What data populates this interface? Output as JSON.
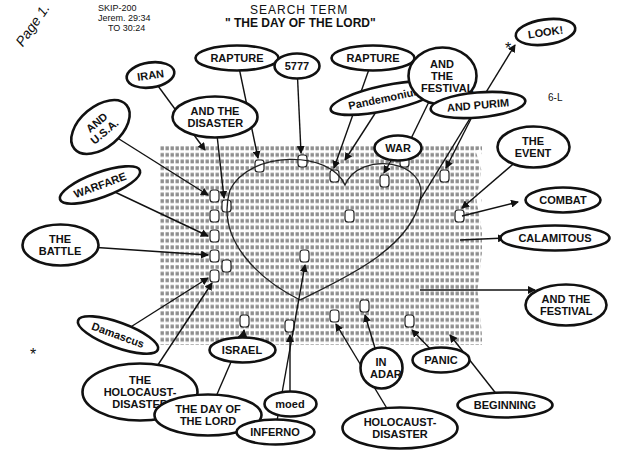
{
  "diagram": {
    "title": "SEARCH TERM",
    "nodes": [
      {
        "text": [
          "IRAN"
        ]
      },
      {
        "text": [
          "RAPTURE"
        ]
      },
      {
        "text": [
          "5777"
        ]
      },
      {
        "text": [
          "RAPTURE"
        ]
      },
      {
        "text": [
          "Pandemonium"
        ]
      },
      {
        "text": [
          "AND THE FESTIVAL"
        ]
      },
      {
        "text": [
          "LOOK!"
        ]
      },
      {
        "text": [
          "AND PURIM"
        ]
      },
      {
        "text": [
          "AND U.S.A."
        ]
      },
      {
        "text": [
          "AND THE DISASTER"
        ]
      },
      {
        "text": [
          "WAR"
        ]
      },
      {
        "text": [
          "THE EVENT"
        ]
      },
      {
        "text": [
          "WARFARE"
        ]
      },
      {
        "text": [
          "COMBAT"
        ]
      },
      {
        "text": [
          "THE BATTLE"
        ]
      },
      {
        "text": [
          "CALAMITOUS"
        ]
      },
      {
        "text": [
          "AND THE FESTIVAL"
        ]
      },
      {
        "text": [
          "Damascus"
        ]
      },
      {
        "text": [
          "ISRAEL"
        ]
      },
      {
        "text": [
          "THE HOLOCAUST-DISASTER"
        ]
      },
      {
        "text": [
          "moed"
        ]
      },
      {
        "text": [
          "IN ADAR"
        ]
      },
      {
        "text": [
          "PANIC"
        ]
      },
      {
        "text": [
          "BEGINNING"
        ]
      },
      {
        "text": [
          "THE DAY OF THE LORD"
        ]
      },
      {
        "text": [
          "INFERNO"
        ]
      },
      {
        "text": [
          "HOLOCAUST-DISASTER"
        ]
      }
    ],
    "labels": [
      "\" THE DAY OF THE LORD\"",
      "Page 1.",
      "SKIP-200",
      "Jerem. 29:34",
      "TO 30:24",
      "6-L",
      "*",
      "*"
    ]
  }
}
